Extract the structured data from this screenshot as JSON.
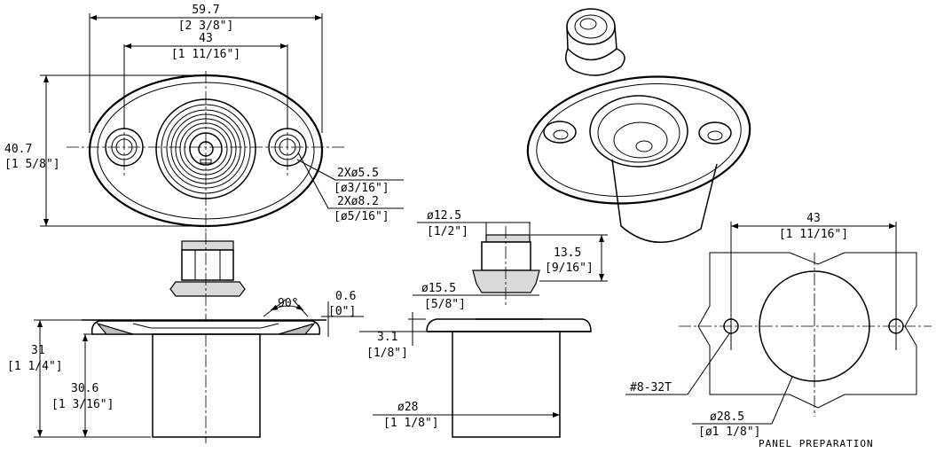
{
  "dimensions": {
    "overall_width_mm": "59.7",
    "overall_width_in": "[2 3/8\"]",
    "hole_spacing_mm": "43",
    "hole_spacing_in": "[1 11/16\"]",
    "height_mm": "40.7",
    "height_in": "[1 5/8\"]",
    "hole_dia_mm": "2Xø5.5",
    "hole_dia_in": "[ø3/16\"]",
    "cbore_dia_mm": "2Xø8.2",
    "cbore_dia_in": "[ø5/16\"]",
    "cap_dia_mm": "ø12.5",
    "cap_dia_in": "[1/2\"]",
    "cap_height_mm": "13.5",
    "cap_height_in": "[9/16\"]",
    "cap_base_dia_mm": "ø15.5",
    "cap_base_dia_in": "[5/8\"]",
    "angle": "90°",
    "recess_mm": "0.6",
    "recess_in": "[0\"]",
    "flange_thk_mm": "3.1",
    "flange_thk_in": "[1/8\"]",
    "total_height_mm": "31",
    "total_height_in": "[1 1/4\"]",
    "body_height_mm": "30.6",
    "body_height_in": "[1 3/16\"]",
    "body_dia_mm": "ø28",
    "body_dia_in": "[1 1/8\"]",
    "panel_spacing_mm": "43",
    "panel_spacing_in": "[1 11/16\"]",
    "thread_callout": "#8-32T",
    "cutout_dia_mm": "ø28.5",
    "cutout_dia_in": "[ø1 1/8\"]"
  },
  "labels": {
    "panel_preparation": "PANEL PREPARATION"
  }
}
